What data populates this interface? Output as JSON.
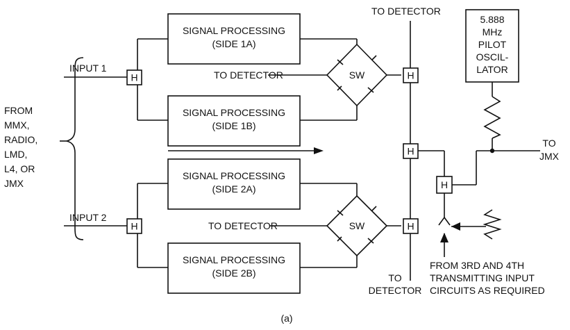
{
  "blocks": {
    "sp_1a": [
      "SIGNAL PROCESSING",
      "(SIDE 1A)"
    ],
    "sp_1b": [
      "SIGNAL PROCESSING",
      "(SIDE 1B)"
    ],
    "sp_2a": [
      "SIGNAL PROCESSING",
      "(SIDE 2A)"
    ],
    "sp_2b": [
      "SIGNAL PROCESSING",
      "(SIDE 2B)"
    ]
  },
  "hybrid_label": "H",
  "switch_label": "SW",
  "inputs": {
    "input_1": "INPUT 1",
    "input_2": "INPUT 2"
  },
  "sources": [
    "FROM",
    "MMX,",
    "RADIO,",
    "LMD,",
    "L4, OR",
    "JMX"
  ],
  "to_detector": "TO DETECTOR",
  "to_detector_split": [
    "TO",
    "DETECTOR"
  ],
  "pilot_oscillator": [
    "5.888",
    "MHz",
    "PILOT",
    "OSCIL-",
    "LATOR"
  ],
  "output": [
    "TO",
    "JMX"
  ],
  "extra_inputs": [
    "FROM 3RD AND 4TH",
    "TRANSMITTING INPUT",
    "CIRCUITS AS REQUIRED"
  ],
  "caption": "(a)"
}
